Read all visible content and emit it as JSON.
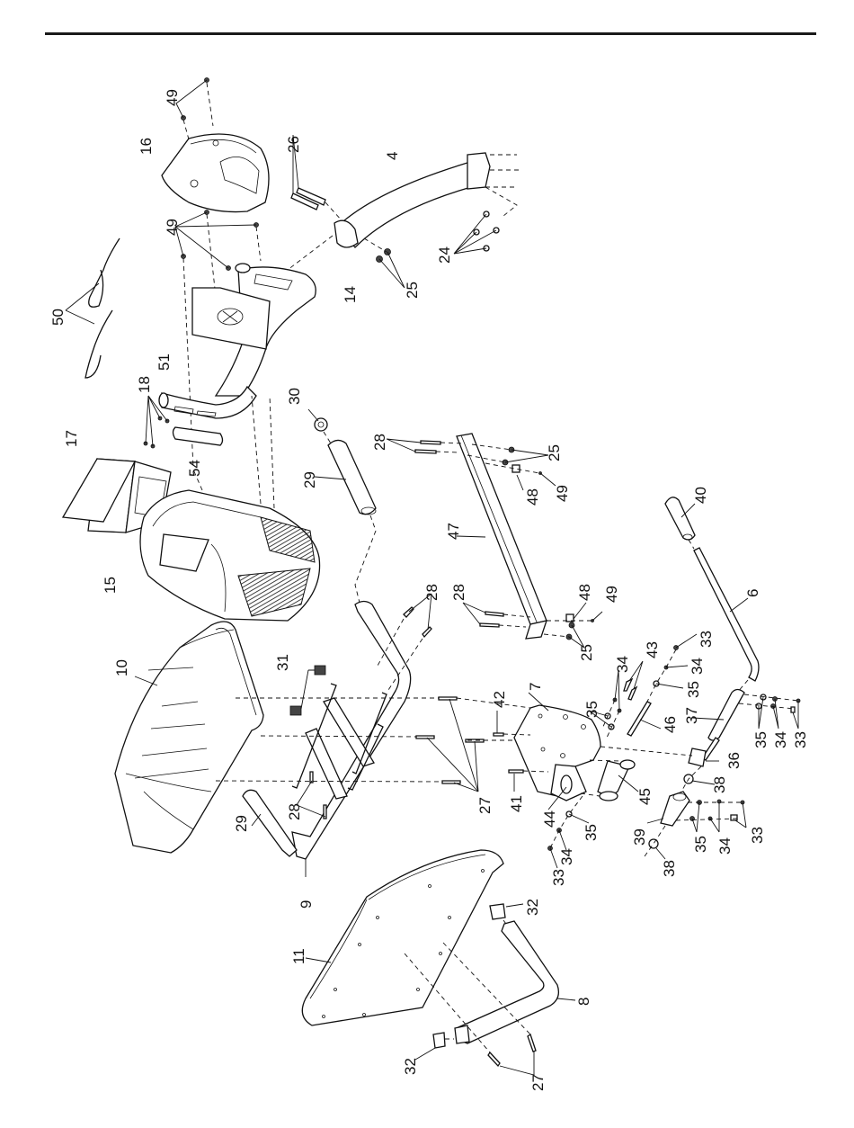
{
  "diagram": {
    "type": "exploded-parts-view",
    "orientation": "rotated-90-ccw",
    "rule_color": "#1a1a1a",
    "ink_color": "#111111",
    "labels": [
      {
        "id": "l49a",
        "text": "49"
      },
      {
        "id": "l16",
        "text": "16"
      },
      {
        "id": "l26",
        "text": "26"
      },
      {
        "id": "l4",
        "text": "4"
      },
      {
        "id": "l49b",
        "text": "49"
      },
      {
        "id": "l24",
        "text": "24"
      },
      {
        "id": "l50",
        "text": "50"
      },
      {
        "id": "l14",
        "text": "14"
      },
      {
        "id": "l25a",
        "text": "25"
      },
      {
        "id": "l51",
        "text": "51"
      },
      {
        "id": "l18",
        "text": "18"
      },
      {
        "id": "l30",
        "text": "30"
      },
      {
        "id": "l17",
        "text": "17"
      },
      {
        "id": "l54",
        "text": "54"
      },
      {
        "id": "l28a",
        "text": "28"
      },
      {
        "id": "l25b",
        "text": "25"
      },
      {
        "id": "l48a",
        "text": "48"
      },
      {
        "id": "l49c",
        "text": "49"
      },
      {
        "id": "l29a",
        "text": "29"
      },
      {
        "id": "l15",
        "text": "15"
      },
      {
        "id": "l47",
        "text": "47"
      },
      {
        "id": "l40",
        "text": "40"
      },
      {
        "id": "l28b",
        "text": "28"
      },
      {
        "id": "l28c",
        "text": "28"
      },
      {
        "id": "l48b",
        "text": "48"
      },
      {
        "id": "l49d",
        "text": "49"
      },
      {
        "id": "l25c",
        "text": "25"
      },
      {
        "id": "l6",
        "text": "6"
      },
      {
        "id": "l10",
        "text": "10"
      },
      {
        "id": "l31",
        "text": "31"
      },
      {
        "id": "l33a",
        "text": "33"
      },
      {
        "id": "l34a",
        "text": "34"
      },
      {
        "id": "l43",
        "text": "43"
      },
      {
        "id": "l34b",
        "text": "34"
      },
      {
        "id": "l35a",
        "text": "35"
      },
      {
        "id": "l35b",
        "text": "35"
      },
      {
        "id": "l7",
        "text": "7"
      },
      {
        "id": "l42",
        "text": "42"
      },
      {
        "id": "l46",
        "text": "46"
      },
      {
        "id": "l37",
        "text": "37"
      },
      {
        "id": "l35c",
        "text": "35"
      },
      {
        "id": "l34c",
        "text": "34"
      },
      {
        "id": "l33b",
        "text": "33"
      },
      {
        "id": "l36",
        "text": "36"
      },
      {
        "id": "l41",
        "text": "41"
      },
      {
        "id": "l27a",
        "text": "27"
      },
      {
        "id": "l28d",
        "text": "28"
      },
      {
        "id": "l44",
        "text": "44"
      },
      {
        "id": "l45",
        "text": "45"
      },
      {
        "id": "l38a",
        "text": "38"
      },
      {
        "id": "l29b",
        "text": "29"
      },
      {
        "id": "l35d",
        "text": "35"
      },
      {
        "id": "l34d",
        "text": "34"
      },
      {
        "id": "l33c",
        "text": "33"
      },
      {
        "id": "l39",
        "text": "39"
      },
      {
        "id": "l35e",
        "text": "35"
      },
      {
        "id": "l34e",
        "text": "34"
      },
      {
        "id": "l33d",
        "text": "33"
      },
      {
        "id": "l38b",
        "text": "38"
      },
      {
        "id": "l9",
        "text": "9"
      },
      {
        "id": "l32a",
        "text": "32"
      },
      {
        "id": "l11",
        "text": "11"
      },
      {
        "id": "l8",
        "text": "8"
      },
      {
        "id": "l32b",
        "text": "32"
      },
      {
        "id": "l27b",
        "text": "27"
      }
    ]
  }
}
